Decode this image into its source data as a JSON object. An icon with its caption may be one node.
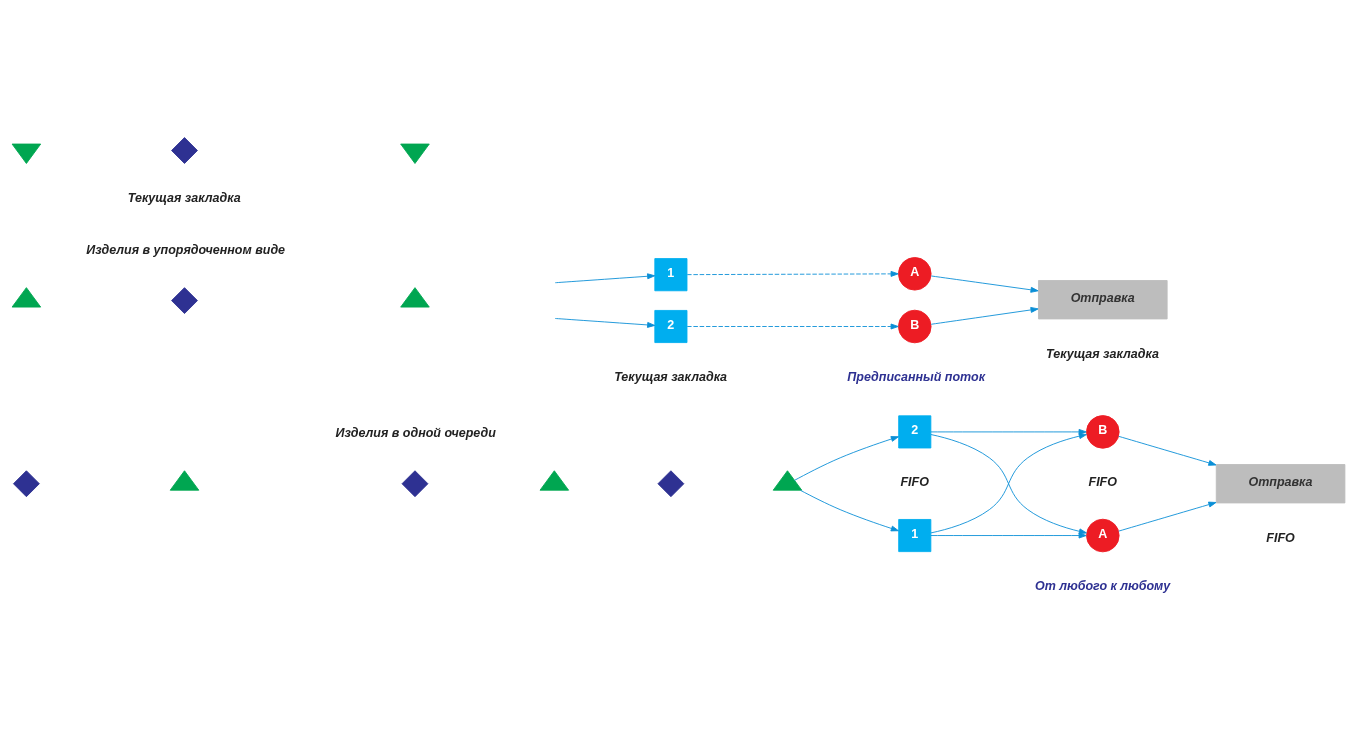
{
  "diagram": {
    "nodes": [
      {
        "text": [],
        "shape": "diamond"
      },
      {
        "text": [],
        "shape": "triangle"
      },
      {
        "text": [],
        "shape": "diamond"
      },
      {
        "text": [],
        "shape": "triangle"
      },
      {
        "text": [],
        "shape": "diamond"
      },
      {
        "text": [],
        "shape": "triangle"
      },
      {
        "text": [
          "1"
        ]
      },
      {
        "text": [
          "2"
        ]
      },
      {
        "text": [
          "A"
        ]
      },
      {
        "text": [
          "B"
        ]
      },
      {
        "text": [
          "Отправка"
        ]
      },
      {
        "text": [],
        "shape": "triangle"
      },
      {
        "text": [],
        "shape": "diamond"
      },
      {
        "text": [],
        "shape": "triangle"
      },
      {
        "text": [],
        "shape": "invtriangle"
      },
      {
        "text": [],
        "shape": "diamond"
      },
      {
        "text": [],
        "shape": "invtriangle"
      },
      {
        "text": [
          "1"
        ]
      },
      {
        "text": [
          "2"
        ]
      },
      {
        "text": [
          "A"
        ]
      },
      {
        "text": [
          "B"
        ]
      },
      {
        "text": [
          "Отправка"
        ]
      }
    ],
    "edges": [
      {
        "from": 5,
        "to": 6,
        "arrow": "to"
      },
      {
        "from": 5,
        "to": 7,
        "arrow": "to"
      },
      {
        "from": 6,
        "to": 8,
        "arrow": "to"
      },
      {
        "from": 6,
        "to": 9,
        "arrow": "to"
      },
      {
        "from": 7,
        "to": 8,
        "arrow": "to"
      },
      {
        "from": 7,
        "to": 9,
        "arrow": "to"
      },
      {
        "from": 8,
        "to": 10,
        "arrow": "to"
      },
      {
        "from": 9,
        "to": 10,
        "arrow": "to"
      },
      {
        "from": null,
        "to": 17,
        "arrow": "to"
      },
      {
        "from": null,
        "to": 18,
        "arrow": "to"
      },
      {
        "from": 17,
        "to": 19,
        "arrow": "to",
        "style": "dashed"
      },
      {
        "from": 18,
        "to": 20,
        "arrow": "to",
        "style": "dashed"
      },
      {
        "from": 19,
        "to": 21,
        "arrow": "to"
      },
      {
        "from": 20,
        "to": 21,
        "arrow": "to"
      }
    ],
    "labels": [
      "Изделия в одной очереди",
      "FIFO",
      "FIFO",
      "FIFO",
      "Изделия в упорядоченном виде",
      "От любого к любому",
      "Текущая закладка",
      "Текущая закладка",
      "Текущая закладка",
      "Предписанный поток"
    ]
  }
}
